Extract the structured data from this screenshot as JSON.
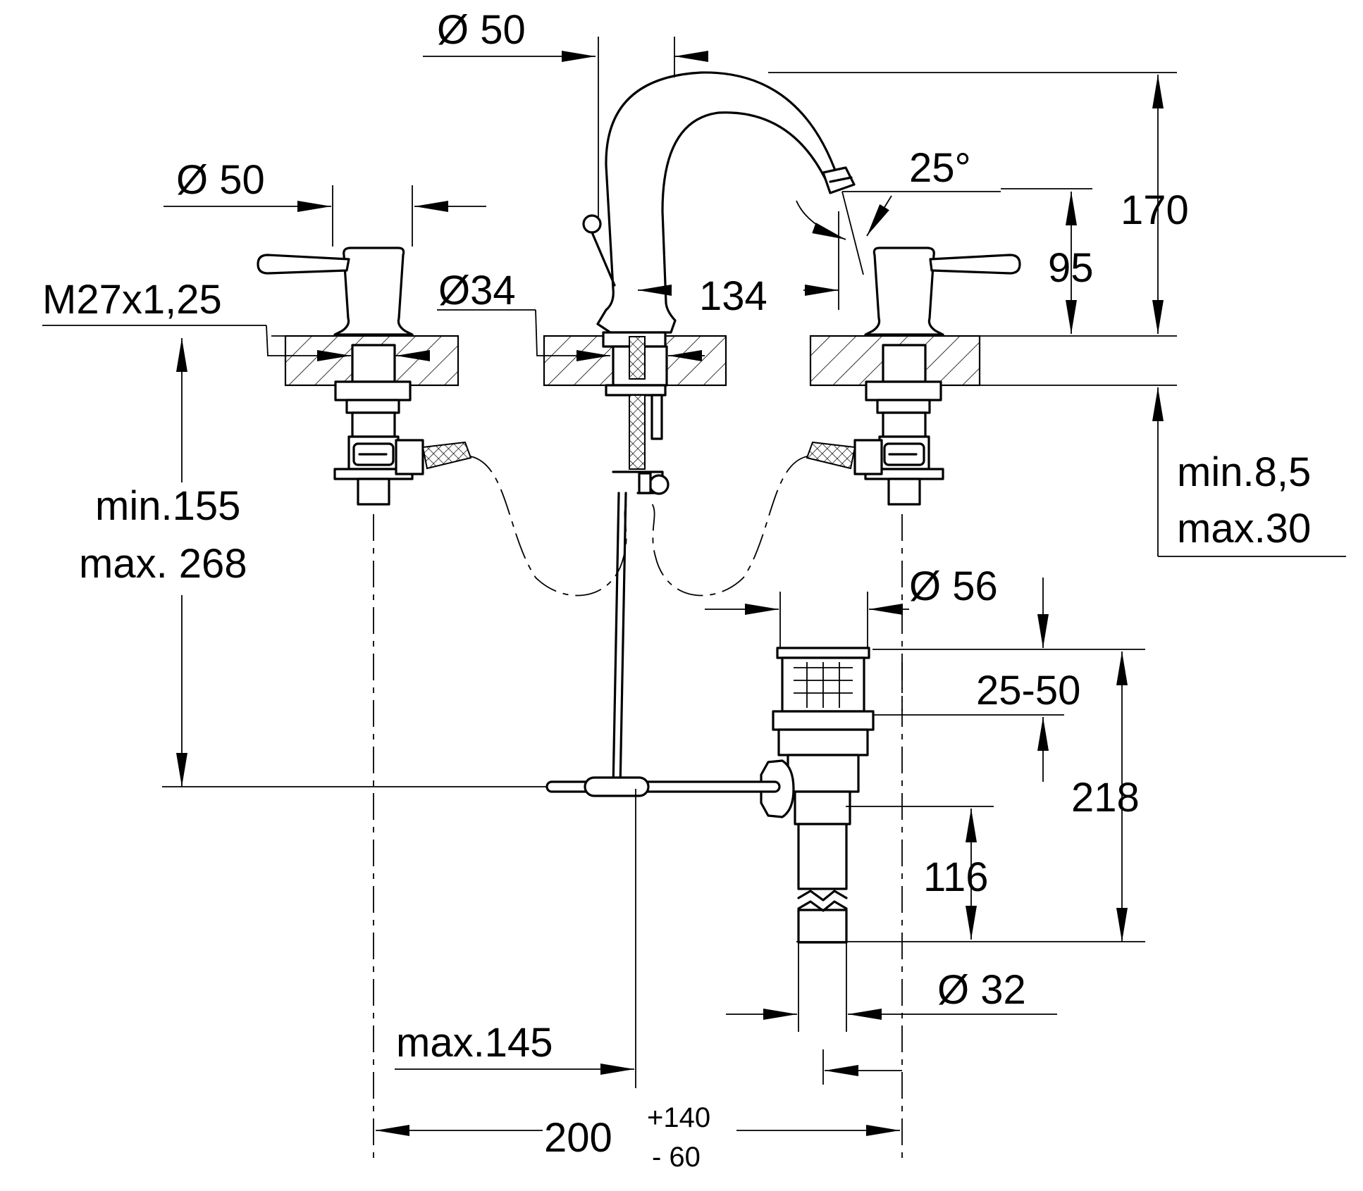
{
  "labels": {
    "spout_diameter": "Ø 50",
    "handle_diameter": "Ø 50",
    "thread": "M27x1,25",
    "hole_diameter": "Ø34",
    "spacing": "134",
    "angle": "25°",
    "outlet_height": "95",
    "total_height": "170",
    "below_min": "min.155",
    "below_max": "max. 268",
    "deck_min": "min.8,5",
    "deck_max": "max.30",
    "drain_diameter": "Ø 56",
    "drain_range": "25-50",
    "drain_height": "218",
    "tail_length": "116",
    "tail_diameter": "Ø 32",
    "rod_max": "max.145",
    "width_base": "200",
    "width_plus": "+140",
    "width_minus": "- 60"
  }
}
